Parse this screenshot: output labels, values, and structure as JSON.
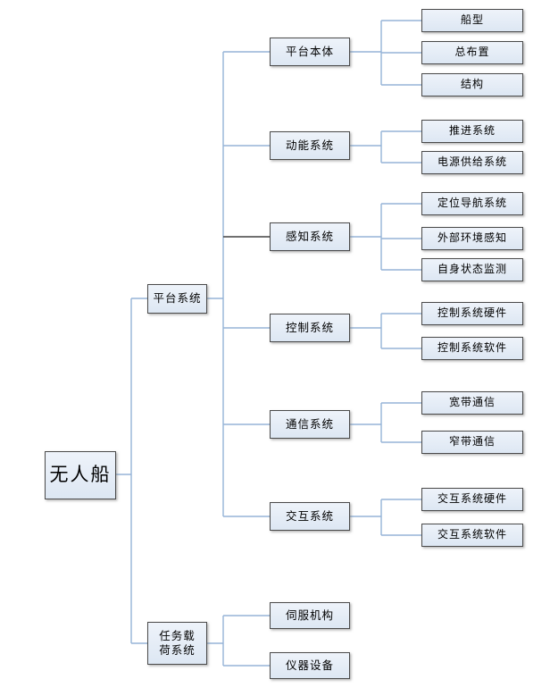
{
  "diagram": {
    "type": "tree",
    "orientation": "left-to-right",
    "colors": {
      "background": "#ffffff",
      "connector": "#95b3d7",
      "connector_dark": "#404040",
      "node_fill_top": "#eef3fa",
      "node_fill_bottom": "#dde7f3",
      "node_border": "#4a4a4a",
      "text": "#000000"
    },
    "tree": {
      "label": "无人船",
      "children": [
        {
          "label": "平台系统",
          "children": [
            {
              "label": "平台本体",
              "children": [
                {
                  "label": "船型"
                },
                {
                  "label": "总布置"
                },
                {
                  "label": "结构"
                }
              ]
            },
            {
              "label": "动能系统",
              "children": [
                {
                  "label": "推进系统"
                },
                {
                  "label": "电源供给系统"
                }
              ]
            },
            {
              "label": "感知系统",
              "children": [
                {
                  "label": "定位导航系统"
                },
                {
                  "label": "外部环境感知"
                },
                {
                  "label": "自身状态监测"
                }
              ]
            },
            {
              "label": "控制系统",
              "children": [
                {
                  "label": "控制系统硬件"
                },
                {
                  "label": "控制系统软件"
                }
              ]
            },
            {
              "label": "通信系统",
              "children": [
                {
                  "label": "宽带通信"
                },
                {
                  "label": "窄带通信"
                }
              ]
            },
            {
              "label": "交互系统",
              "children": [
                {
                  "label": "交互系统硬件"
                },
                {
                  "label": "交互系统软件"
                }
              ]
            }
          ]
        },
        {
          "label": "任务载荷系统",
          "children": [
            {
              "label": "伺服机构"
            },
            {
              "label": "仪器设备"
            }
          ]
        }
      ]
    }
  }
}
